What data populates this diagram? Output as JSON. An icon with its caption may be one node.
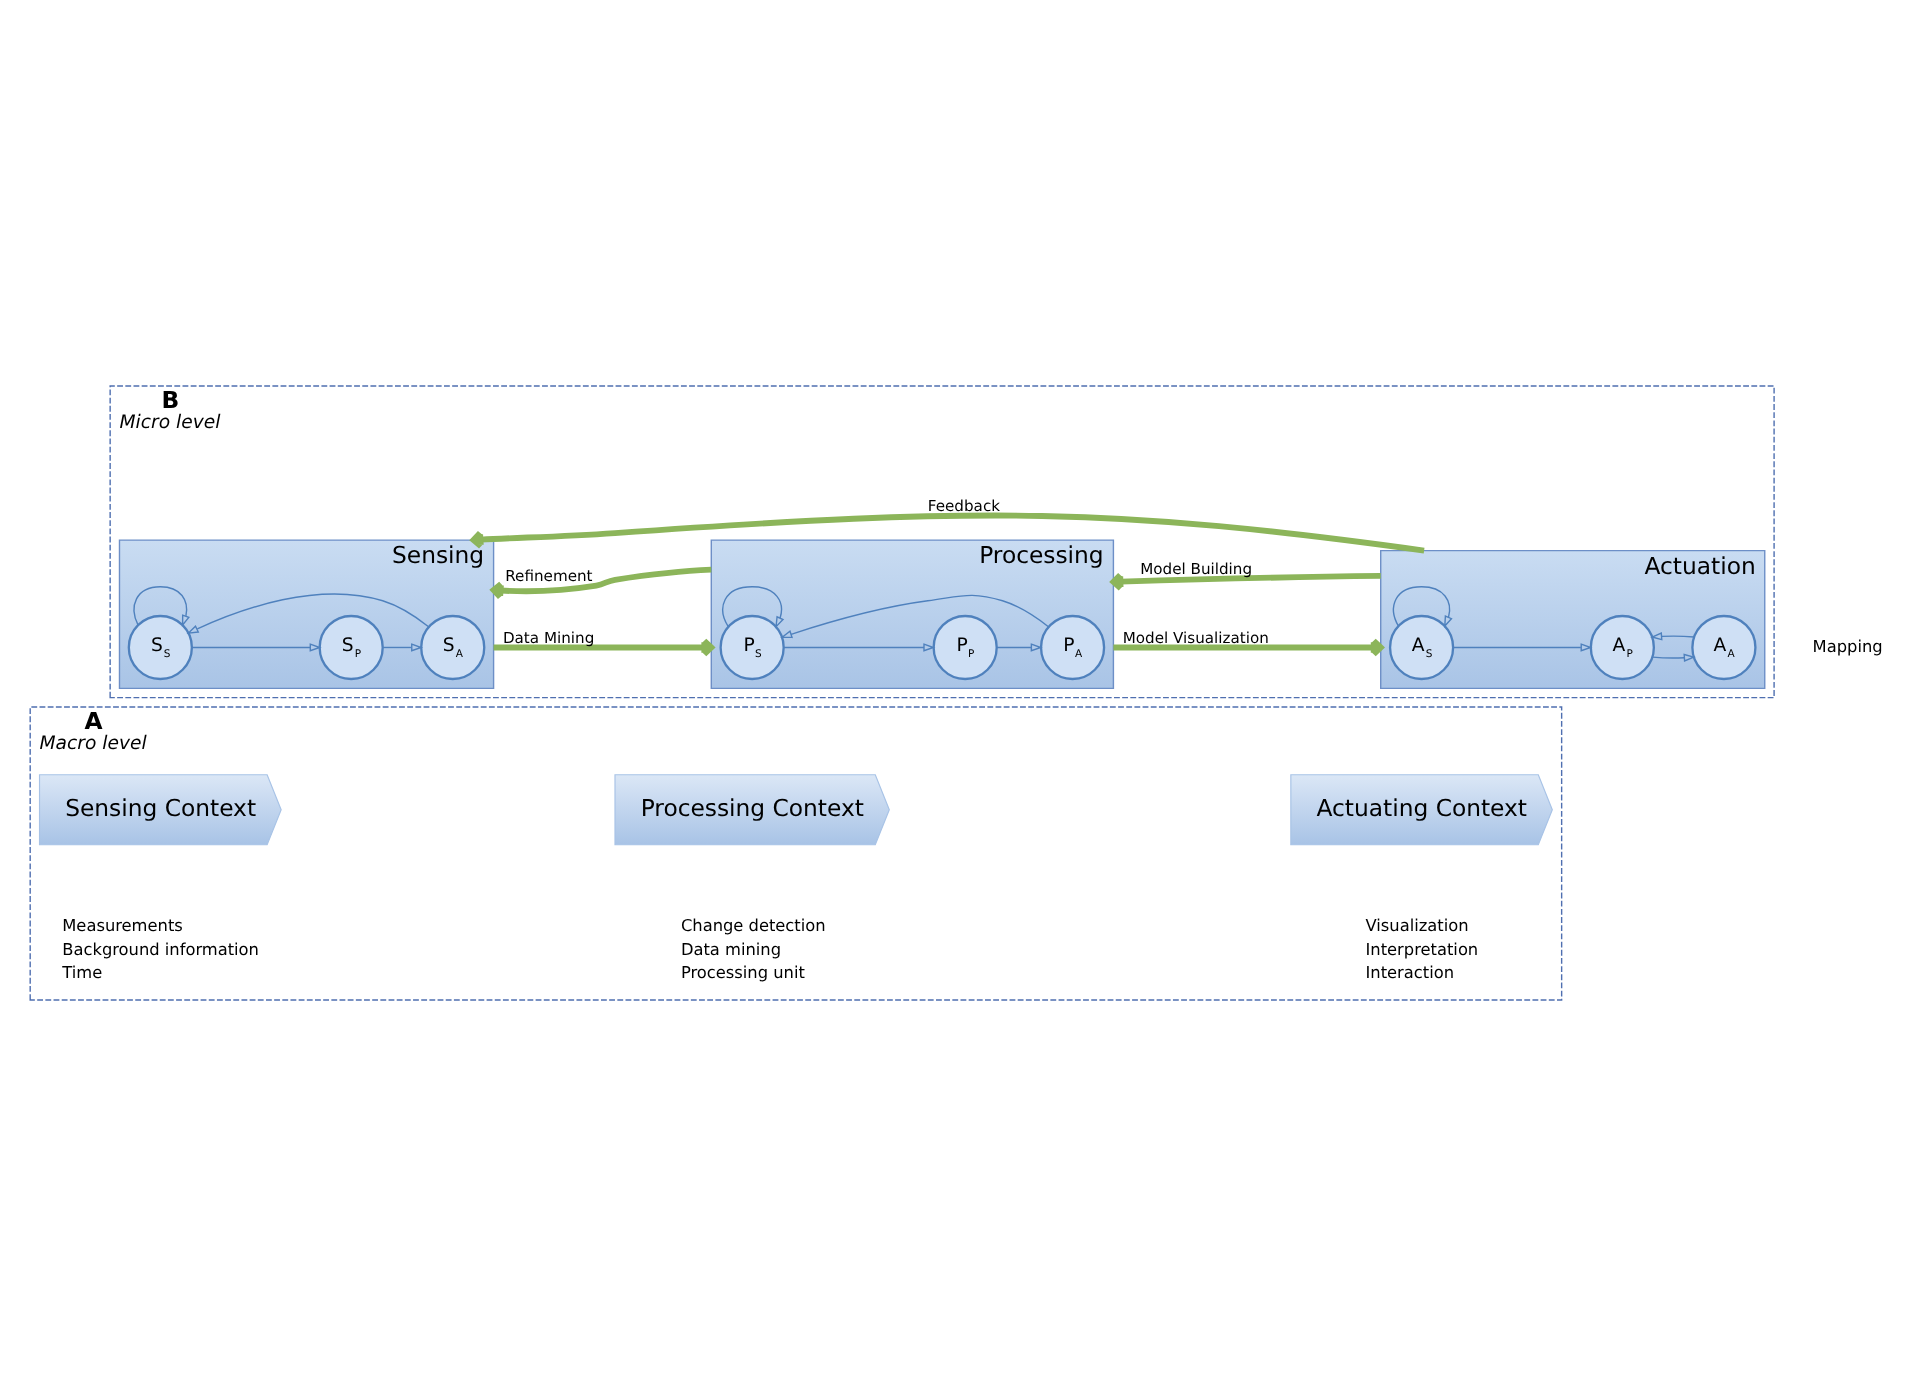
{
  "diagram": {
    "nodes": [
      {
        "text": [
          "A",
          "Macro level"
        ]
      },
      {
        "text": [
          "Sensing Context"
        ],
        "in": 0,
        "beside": [
          "Measurements",
          "Background information",
          "Time"
        ]
      },
      {
        "text": [
          "Processing Context"
        ],
        "in": 0,
        "beside": [
          "Change detection",
          "Data mining",
          "Processing unit"
        ]
      },
      {
        "text": [
          "Actuating Context"
        ],
        "in": 0,
        "beside": [
          "Visualization",
          "Interpretation",
          "Interaction"
        ]
      },
      {
        "text": [
          "B",
          "Micro level"
        ]
      },
      {
        "text": [
          "Sensing"
        ],
        "in": 4
      },
      {
        "text": [
          "S$_{S}$"
        ],
        "in": 5
      },
      {
        "text": [
          "S$_{P}$"
        ],
        "in": 5
      },
      {
        "text": [
          "S$_{A}$"
        ],
        "in": 5
      },
      {
        "text": [
          "Processing"
        ],
        "in": 4
      },
      {
        "text": [
          "P$_{S}$"
        ],
        "in": 9
      },
      {
        "text": [
          "P$_{P}$"
        ],
        "in": 9
      },
      {
        "text": [
          "P$_{A}$"
        ],
        "in": 9
      },
      {
        "text": [
          "Actuation"
        ],
        "in": 4
      },
      {
        "text": [
          "A$_{S}$"
        ],
        "in": 13
      },
      {
        "text": [
          "A$_{P}$"
        ],
        "in": 13
      },
      {
        "text": [
          "A$_{A}$"
        ],
        "in": 13
      }
    ],
    "edges": [
      {
        "from": 6,
        "to": 6,
        "arrow": "to"
      },
      {
        "from": 6,
        "to": 7,
        "arrow": "to"
      },
      {
        "from": 7,
        "to": 8,
        "arrow": "to"
      },
      {
        "from": 8,
        "to": 6,
        "arrow": "to"
      },
      {
        "from": 10,
        "to": 10,
        "arrow": "to"
      },
      {
        "from": 10,
        "to": 11,
        "arrow": "to"
      },
      {
        "from": 11,
        "to": 12,
        "arrow": "to"
      },
      {
        "from": 12,
        "to": 10,
        "arrow": "to"
      },
      {
        "from": 14,
        "to": 14,
        "arrow": "to"
      },
      {
        "from": 14,
        "to": 15,
        "arrow": "to"
      },
      {
        "from": 15,
        "to": 16,
        "arrow": "to"
      },
      {
        "from": 16,
        "to": 15,
        "arrow": "to"
      },
      {
        "from": 5,
        "to": 9,
        "arrow": "to",
        "label": "Data Mining",
        "style": "thick",
        "color": "#8cb55a"
      },
      {
        "from": 9,
        "to": 5,
        "arrow": "to",
        "label": "Refinement",
        "style": "thick",
        "color": "#8cb55a"
      },
      {
        "from": 9,
        "to": 13,
        "arrow": "to",
        "label": "Model Visualization",
        "style": "thick",
        "color": "#8cb55a"
      },
      {
        "from": 13,
        "to": 9,
        "arrow": "to",
        "label": "Model Building",
        "style": "thick",
        "color": "#8cb55a"
      },
      {
        "from": 13,
        "to": 5,
        "arrow": "to",
        "label": "Feedback",
        "style": "thick",
        "color": "#8cb55a"
      }
    ],
    "labels": [
      "Mapping"
    ]
  }
}
